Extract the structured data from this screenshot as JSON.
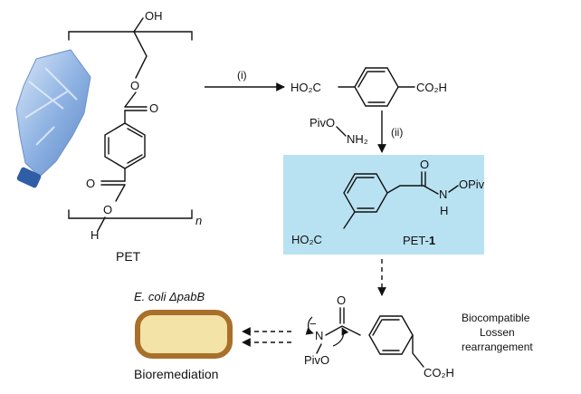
{
  "pet": {
    "label": "PET",
    "oh": "OH",
    "o_ester": "O",
    "o_carbonyl_top": "O",
    "o_carbonyl_bottom": "O",
    "o_bottom": "O",
    "h": "H",
    "n": "n"
  },
  "step_i": {
    "label": "(i)"
  },
  "terephthalic_acid": {
    "left_group": "HO₂C",
    "right_group": "CO₂H"
  },
  "step_ii": {
    "label": "(ii)",
    "reagent_piv": "PivO",
    "reagent_nh2": "NH₂"
  },
  "pet1": {
    "o": "O",
    "opiv": "OPiv",
    "nh_n": "N",
    "nh_h": "H",
    "acid": "HO₂C",
    "label_prefix": "PET-",
    "label_number": "1",
    "box_color": "#b8e2f2"
  },
  "lossen": {
    "o": "O",
    "minus": "−",
    "n": "N",
    "pivo": "PivO",
    "acid": "CO₂H",
    "label_line1": "Biocompatible",
    "label_line2": "Lossen",
    "label_line3": "rearrangement"
  },
  "ecoli": {
    "title_species": "E. coli",
    "title_gene": "ΔpabB",
    "cell_fill": "#f3e3a6",
    "cell_border": "#a8702a",
    "label": "Bioremediation"
  },
  "bottle_icon": {
    "name": "plastic-bottle",
    "color": "#8cb0e0"
  }
}
